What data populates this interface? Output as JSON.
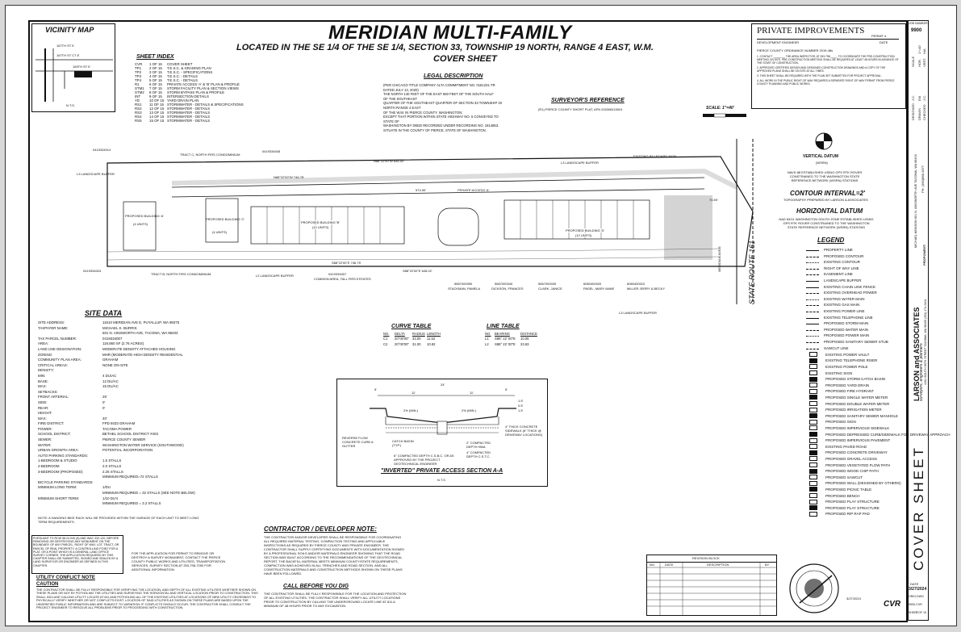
{
  "title": {
    "main": "MERIDIAN MULTI-FAMILY",
    "line1": "LOCATED IN THE SE 1/4 OF THE SE 1/4, SECTION 33, TOWNSHIP 19 NORTH, RANGE 4 EAST, W.M.",
    "line2": "COVER SHEET"
  },
  "vicinity": {
    "heading": "VICINITY MAP",
    "nts": "N.T.S.",
    "street1": "167TH ST E",
    "street2": "167TH ST CT E",
    "street3": "169TH ST E"
  },
  "sheet_index": {
    "heading": "SHEET INDEX",
    "items": [
      [
        "CVR",
        "1 OF 15",
        "COVER SHEET"
      ],
      [
        "TP1",
        "2 OF 15",
        "T.E.S.C. & GRADING PLAN"
      ],
      [
        "TP2",
        "3 OF 15",
        "T.E.S.C. - SPECIFICATIONS"
      ],
      [
        "TP3",
        "4 OF 15",
        "T.E.S.C. - DETAILS"
      ],
      [
        "TP4",
        "5 OF 15",
        "T.E.S.C. - DETAILS"
      ],
      [
        "R1",
        "6 OF 15",
        "PRIVATE ACCESS 'A' & 'B' PLAN & PROFILE"
      ],
      [
        "STM1",
        "7 OF 15",
        "STORM FACILITY PLAN & SECTION VIEWS"
      ],
      [
        "STM2",
        "8 OF 15",
        "STORM BYPASS PLAN & PROFILE"
      ],
      [
        "INT",
        "9 OF 15",
        "INTERSECTION DETAILS"
      ],
      [
        "YD",
        "10 OF 15",
        "YARD DRAIN PLAN"
      ],
      [
        "RS1",
        "11 OF 15",
        "STORMWATER - DETAILS & SPECIFICATIONS"
      ],
      [
        "RS2",
        "12 OF 15",
        "STORMWATER - DETAILS"
      ],
      [
        "RS3",
        "13 OF 15",
        "STORMWATER - DETAILS"
      ],
      [
        "RS4",
        "14 OF 15",
        "STORMWATER - DETAILS"
      ],
      [
        "RS5",
        "15 OF 15",
        "STORMWATER - DETAILS"
      ]
    ]
  },
  "legal": {
    "heading": "LEGAL DESCRIPTION",
    "lines": [
      "(PER CHICAGO TITLE COMPANY ALTA COMMITMENT NO. 0161231-TR",
      "DATED JULY 13, 2020)",
      "THE NORTH 140 FEET OF THE EAST 660 FEET OF THE SOUTH HALF",
      "OF THE SOUTHEAST",
      "QUARTER OF THE SOUTHEAST QUARTER OF SECTION 33 TOWNSHIP 19",
      "NORTH RANGE 4 EAST",
      "OF THE W.M. IN PIERCE COUNTY, WASHINGTON;",
      "EXCEPT THAT PORTION WITHIN STATE HIGHWAY NO. 5 CONVEYED TO",
      "STATE OF",
      "WASHINGTON BY DEED RECORDED UNDER RECORDING NO. 1814853.",
      "SITUATE IN THE COUNTY OF PIERCE, STATE OF WASHINGTON."
    ]
  },
  "surveyor": {
    "heading": "SURVEYOR'S REFERENCE",
    "line": "(R1) PIERCE COUNTY SHORT PLAT, AFN 200308115001"
  },
  "private_improvements": {
    "heading": "PRIVATE IMPROVEMENTS",
    "engineer": "DEVELOPMENT ENGINEER",
    "date": "DATE",
    "ordinance": "PIERCE COUNTY ORDINANCE NUMBER 2019-48s",
    "permit": "PERMIT #",
    "notes": [
      "1. CONTACT ________ THE AREA INSPECTOR, AT 253-798-____, TO COORDINATE THE PRE-CONSTRUCTION MEETING ON SITE. PRE-CONSTRUCTION MEETING SHALL BE REQUIRED AT LEAST 48 HOURS IN ADVANCE OF THE START OF CONSTRUCTION.",
      "2. APPROVED CERTIFIED DESIGN AND DESIGNED CONSTRUCTION DRAWINGS AND A COPY OF THE APPROVED PLANS SHALL BE ON SITE AT ALL TIMES.",
      "3. THIS SHEET SHALL BE REQUIRED WITH THE PLAN SET SUBMITTED FOR PROJECT APPROVAL.",
      "4. ALL WORK IN THE PUBLIC RIGHT-OF-WAY REQUIRES A SEPARATE RIGHT-OF-WAY PERMIT FROM PIERCE COUNTY PLANNING AND PUBLIC WORKS."
    ]
  },
  "scale": {
    "label": "SCALE: 1\"=40'",
    "ticks": [
      "0",
      "20",
      "40",
      "80"
    ]
  },
  "datum": {
    "vertical_heading": "VERTICAL DATUM",
    "vertical_name": "(WSRN)",
    "vertical_desc": "NAVD 88 ESTABLISHED USING GPS RTK ROVER CONSTRAINED TO THE WASHINGTON STATE REFERENCE NETWORK (WSRN) STATIONS",
    "contour": "CONTOUR INTERVAL=2'",
    "contour_desc": "TOPOGRAPHY PREPARED BY LARSON & ASSOCIATES",
    "horizontal_heading": "HORIZONTAL DATUM",
    "horizontal_desc": "NAD 83/11 WASHINGTON SOUTH ZONE ESTABLISHED USING GPS RTK ROVER CONSTRAINED TO THE WASHINGTON STATE REFERENCE NETWORK (WSRN) STATIONS"
  },
  "legend": {
    "heading": "LEGEND",
    "items": [
      "PROPERTY LINE",
      "PROPOSED CONTOUR",
      "EXISTING CONTOUR",
      "RIGHT OF WAY LINE",
      "EASEMENT LINE",
      "LANDSCAPE BUFFER",
      "EXISTING CHAIN LINK FENCE",
      "EXISTING OVERHEAD POWER",
      "EXISTING WATER MAIN",
      "EXISTING GAS MAIN",
      "EXISTING POWER LINE",
      "EXISTING TELEPHONE LINE",
      "PROPOSED STORM MAIN",
      "PROPOSED WATER MAIN",
      "PROPOSED POWER MAIN",
      "PROPOSED SANITARY SEWER STUB",
      "SAWCUT LINE",
      "EXISTING POWER VAULT",
      "EXISTING TELEPHONE RISER",
      "EXISTING POWER POLE",
      "EXISTING SIGN",
      "PROPOSED STORM CATCH BASIN",
      "PROPOSED YARD DRAIN",
      "PROPOSED FIRE HYDRANT",
      "PROPOSED SINGLE WATER METER",
      "PROPOSED DOUBLE WATER METER",
      "PROPOSED IRRIGATION METER",
      "PROPOSED SANITARY SEWER MANHOLE",
      "PROPOSED SIGN",
      "PROPOSED IMPERVIOUS SIDEWALK",
      "PROPOSED DEPRESSED CURB/SIDEWALK FOR DRIVEWAY APPROACH",
      "PROPOSED IMPERVIOUS PAVEMENT",
      "EXISTING PAVED ROAD",
      "PROPOSED CONCRETE DRIVEWAY",
      "PROPOSED GRAVEL ACCESS",
      "PROPOSED VEGETATED FLOW PATH",
      "PROPOSED WOOD CHIP PATH",
      "PROPOSED SAWCUT",
      "PROPOSED WALL (DESIGNED BY OTHERS)",
      "PROPOSED PICNIC TABLE",
      "PROPOSED BENCH",
      "PROPOSED PLAY STRUCTURE",
      "PROPOSED PLAY STRUCTURE",
      "PROPOSED RIP RAP PAD"
    ]
  },
  "site_data": {
    "heading": "SITE DATA",
    "rows": [
      [
        "SITE ADDRESS:",
        "11610 MERIDIAN AVE E, PUYALLUP, WA 98375"
      ],
      [
        "TAXPAYER NAME:",
        "MICHAEL K. BURRIS"
      ],
      [
        "",
        "601 N. AINSWORTH AVE, TACOMA, WA 98403"
      ],
      [
        "TAX PARCEL NUMBER:",
        "0419334007"
      ],
      [
        "AREA:",
        "119,860 SF (2.76 ACRES)"
      ],
      [
        "LAND USE DESIGNATION:",
        "MODERATE DENSITY ATTACHED HOUSING"
      ],
      [
        "ZONING:",
        "MHR (MODERATE-HIGH DENSITY RESIDENTIAL"
      ],
      [
        "COMMUNITY PLAN AREA:",
        "GRAHAM"
      ],
      [
        "CRITICAL AREAS:",
        "NONE ON-SITE"
      ],
      [
        "DENSITY:",
        ""
      ],
      [
        "MIN:",
        "4 DU/AC"
      ],
      [
        "BASE:",
        "12 DU/AC"
      ],
      [
        "MAX:",
        "15 DU/AC"
      ],
      [
        "SETBACKS:",
        ""
      ],
      [
        "FRONT ARTERIAL:",
        "25'"
      ],
      [
        "SIDE:",
        "0'"
      ],
      [
        "REAR:",
        "0'"
      ],
      [
        "HEIGHT:",
        ""
      ],
      [
        "MAX:",
        "40'"
      ],
      [
        "FIRE DISTRICT:",
        "FPD 6033 GRAHAM"
      ],
      [
        "POWER:",
        "TACOMA POWER"
      ],
      [
        "SCHOOL DISTRICT:",
        "BETHEL SCHOOL DISTRICT #403"
      ],
      [
        "SEWER:",
        "PIERCE COUNTY SEWER"
      ],
      [
        "WATER:",
        "WASHINGTON WATER SERVICE (SOUTHWOOD)"
      ],
      [
        "URBAN GROWTH AREA:",
        "POTENTIAL INCORPORATION"
      ],
      [
        "AUTO PARKING STANDARDS:",
        ""
      ],
      [
        "1-BEDROOM & STUDIO",
        "1.5 STALLS"
      ],
      [
        "2-BEDROOM",
        "2.0 STALLS"
      ],
      [
        "3-BEDROOM (PROPOSED)",
        "2.25 STALLS"
      ],
      [
        "",
        "MINIMUM REQUIRED=72 STALLS"
      ],
      [
        "BICYCLE PARKING STANDARDS:",
        ""
      ],
      [
        "MINIMUM LONG TERM:",
        "1/DU"
      ],
      [
        "",
        "MINIMUM REQUIRED = 32 STALLS (SEE NOTE BELOW)"
      ],
      [
        "MINIMUM SHORT TERM:",
        "1/10 DU's"
      ],
      [
        "",
        "MINIMUM REQUIRED = 3.2 STALLS"
      ]
    ],
    "note": "NOTE: A HANGING BIKE RACK WILL BE PROVIDED WITHIN THE GARAGE OF EACH UNIT TO MEET LONG TERM REQUIREMENTS."
  },
  "curve_table": {
    "heading": "CURVE TABLE",
    "headers": [
      "NO.",
      "DELTA",
      "RADIUS",
      "LENGTH"
    ],
    "rows": [
      [
        "C1",
        "20°00'00\"",
        "33.00",
        "11.52"
      ],
      [
        "C2",
        "20°00'00\"",
        "31.00",
        "10.82"
      ]
    ]
  },
  "line_table": {
    "heading": "LINE TABLE",
    "headers": [
      "NO.",
      "BEARING",
      "DISTANCE"
    ],
    "rows": [
      [
        "L1",
        "S88° 22' 00\"E",
        "10.05"
      ],
      [
        "L2",
        "S88° 22' 00\"E",
        "23.63"
      ]
    ]
  },
  "section": {
    "caption": "\"INVERTED\" PRIVATE ACCESS SECTION A-A",
    "nts": "N.T.S.",
    "dims": [
      "5'",
      "24'",
      "5'",
      "11'",
      "11'",
      "2% (MIN.)",
      "2% (MIN.)",
      "1.5'",
      "0.5'",
      "1.5'"
    ],
    "labels": [
      "REVERSE FLOW CONCRETE CURB & GUTTER",
      "CATCH BASIN (TYP.)",
      "6\" COMPACTED DEPTH C.S.B.C. OR AS APPROVED BY THE PROJECT GEOTECHNICAL ENGINEER",
      "2\" COMPACTED DEPTH HMA",
      "4\" COMPACTED DEPTH C.S.T.C.",
      "4\" THICK CONCRETE SIDEWALK (6\" THICK @ DRIVEWAY LOCATIONS)"
    ]
  },
  "plan": {
    "buildings": [
      {
        "name": "PROPOSED BUILDING 'A'",
        "units": "(4 UNITS)"
      },
      {
        "name": "PROPOSED BUILDING 'C'",
        "units": "(4 UNITS)"
      },
      {
        "name": "PROPOSED BUILDING 'B'",
        "units": "(12 UNITS)"
      },
      {
        "name": "PROPOSED BUILDING 'D'",
        "units": "(12 UNITS)"
      }
    ],
    "labels": [
      "L3 LANDSCAPE BUFFER",
      "L2 LANDSCAPE BUFFER",
      "L3 LANDSCAPE BUFFER",
      "L3 LANDSCAPE BUFFER",
      "EXISTING BILLBOARD SIGN",
      "PRIVATE ACCESS 'A'",
      "STATE ROUTE 161",
      "TRACT C, NORTH FIRS CONDOMINIUM",
      "TRACT B, NORTH FIRS CONDOMINIUM",
      "COMMON AREA, TALL FIRS ESTATES",
      "MERIDIAN AVE E",
      "0419334014",
      "0419334024",
      "0419334007",
      "0419334045",
      "6060400010",
      "6060400020",
      "5667000030",
      "5667000040",
      "5667000050",
      "MILLER JERRY & BECKY",
      "PASEL, MARY ANNE",
      "CLARK, JANICE",
      "DICKSON, FRANCES",
      "STACKMAN, PAMELA",
      "N88°22'00\"W 645.02'",
      "N88°22'00\"W 746.75'",
      "S88°22'00\"E 746.75'",
      "S88°22'00\"E 645.02'",
      "74.69'",
      "574.90'"
    ]
  },
  "contractor": {
    "heading": "CONTRACTOR / DEVELOPER NOTE:",
    "text": "THE CONTRACTOR AND/OR DEVELOPER SHALL BE RESPONSIBLE FOR COORDINATING ALL REQUIRED MATERIAL TESTING, COMPACTION TESTING AND APPLICABLE INSPECTIONS AS REQUIRED BY PIERCE COUNTY AND PRIVATE ENGINEER. THE CONTRACTOR SHALL SUPPLY CERTIFYING DOCUMENTS WITH DOCUMENTATION SIGNED BY A PROFESSIONAL SOILS AND/OR MATERIALS ENGINEER SHOWING THAT THE ROAD SECTION WAS BUILT ACCORDING TO THE RECOMMENDATIONS OF THE GEOTECHNICAL REPORT. THE BACKFILL MATERIAL MEETS MINIMUM COUNTY/STATE REQUIREMENTS, COMPACTION WAS ACHIEVED IN ALL TRENCHES AND ROAD SECTION, AND ALL CONSTRUCTION MATERIALS AND CONSTRUCTION METHODS SHOWN ON THESE PLANS HAVE BEEN FOLLOWED."
  },
  "call_before": {
    "heading": "CALL BEFORE YOU DIG",
    "text": "THE CONTRACTOR SHALL BE FULLY RESPONSIBLE FOR THE LOCATION AND PROTECTION OF ALL EXISTING UTILITIES. THE CONTRACTOR SHALL VERIFY ALL UTILITY LOCATIONS PRIOR TO CONSTRUCTION BY CALLING THE UNDERGROUND LOCATE LINE AT 811 A MINIMUM OF 48 HOURS PRIOR TO ANY EXCAVATION."
  },
  "pursuant": {
    "text": "PURSUANT TO RCW 58.24.040 (8) AND WAC 332-120, BEFORE REMOVING OR DESTROYING ANY MONUMENT ON THE BOUNDARY OF ANY PARCEL, RIGHT OF WAY, LOT, TRACT, OR PARCEL OF REAL PROPERTY, A CONTROLLING POINT FOR A PLAT, OR A POINT WHICH IS A GENERAL LAND OFFICE SURVEY CORNER, THE APPLICATION REQUIRED BY THIS CHAPTER SHALL BE SUBMITTED, SIGNED AND SEALED BY A LAND SURVEYOR OR ENGINEER AS DEFINED IN THIS CHAPTER.",
    "text2": "FOR THE APPLICATION FOR PERMIT TO REMOVE OR DESTROY A SURVEY MONUMENT, CONTACT THE PIERCE COUNTY PUBLIC WORKS AND UTILITIES, TRANSPORTATION SERVICES, SURVEY SECTION AT 253-798-7250 FOR ADDITIONAL INFORMATION."
  },
  "utility": {
    "heading": "UTILITY CONFLICT NOTE",
    "caution": "CAUTION",
    "text": "THE CONTRACTOR SHALL BE FULLY RESPONSIBLE FOR VERIFYING THE LOCATION, AND DEPTH OF ALL EXISTING UTILITIES WHETHER SHOWN ON THESE PLANS OR NOT BY POTHOLING THE UTILITIES AND SURVEYING THE HORIZONTAL AND VERTICAL LOCATION PRIOR TO CONSTRUCTION. THIS SHALL INCLUDE CALLING UTILITY LOCATE AT 811 AND POTHOLING ALL OF THE EXISTING UTILITIES AT LOCATIONS OF NEW UTILITY CROSSINGS TO PHYSICALLY VERIFY WHETHER OR NOT CONFLICTS EXIST. LOCATION OF SAID UTILITIES AS SHOWN ON THESE PLANS ARE BASED UPON THE UNVERIFIED PUBLIC INFORMATION AND ARE SUBJECT TO VARIATION. IF CONFLICTS SHOULD OCCUR, THE CONTRACTOR SHALL CONSULT THE PROJECT ENGINEER TO RESOLVE ALL PROBLEMS PRIOR TO PROCEEDING WITH CONSTRUCTION."
  },
  "revision": {
    "heading": "REVISION BLOCK",
    "headers": [
      "NO.",
      "DATE",
      "DESCRIPTION",
      "BY"
    ]
  },
  "stamp": {
    "date": "3/27/2024"
  },
  "cvr": "CVR",
  "title_block": {
    "job_number_label": "JOB NUMBER",
    "job_number": "9900",
    "designed_label": "DESIGNED",
    "designed": "J.C.",
    "drawn_label": "DRAWN",
    "drawn": "EM",
    "checked_label": "CHECKED",
    "checked": "J.C.",
    "scale_label": "SCALE",
    "hor_label": "HOR.",
    "hor": "1\"=40'",
    "vert_label": "VERT.",
    "vert": "N/A",
    "proponent_label": "PROPONENT:",
    "proponent": "MICHAEL MONSON 601 N. AINSWORTH AVE TACOMA, WA 98403",
    "phone": "PH: (360)888-2877",
    "firm": "LARSON and ASSOCIATES",
    "firm_sub": "surveyors, engineers & planners",
    "firm_addr": "4401 SOUTH 66TH STREET TACOMA, WA 98409 (253) 474-3404",
    "sheet_title": "COVER SHEET",
    "date_label": "DATE",
    "date": "3/27/2024",
    "orig_label": "ORIG.DWG",
    "orig": "9900-CVR",
    "sheet_label": "SHEET",
    "sheet": "1 OF 15"
  }
}
